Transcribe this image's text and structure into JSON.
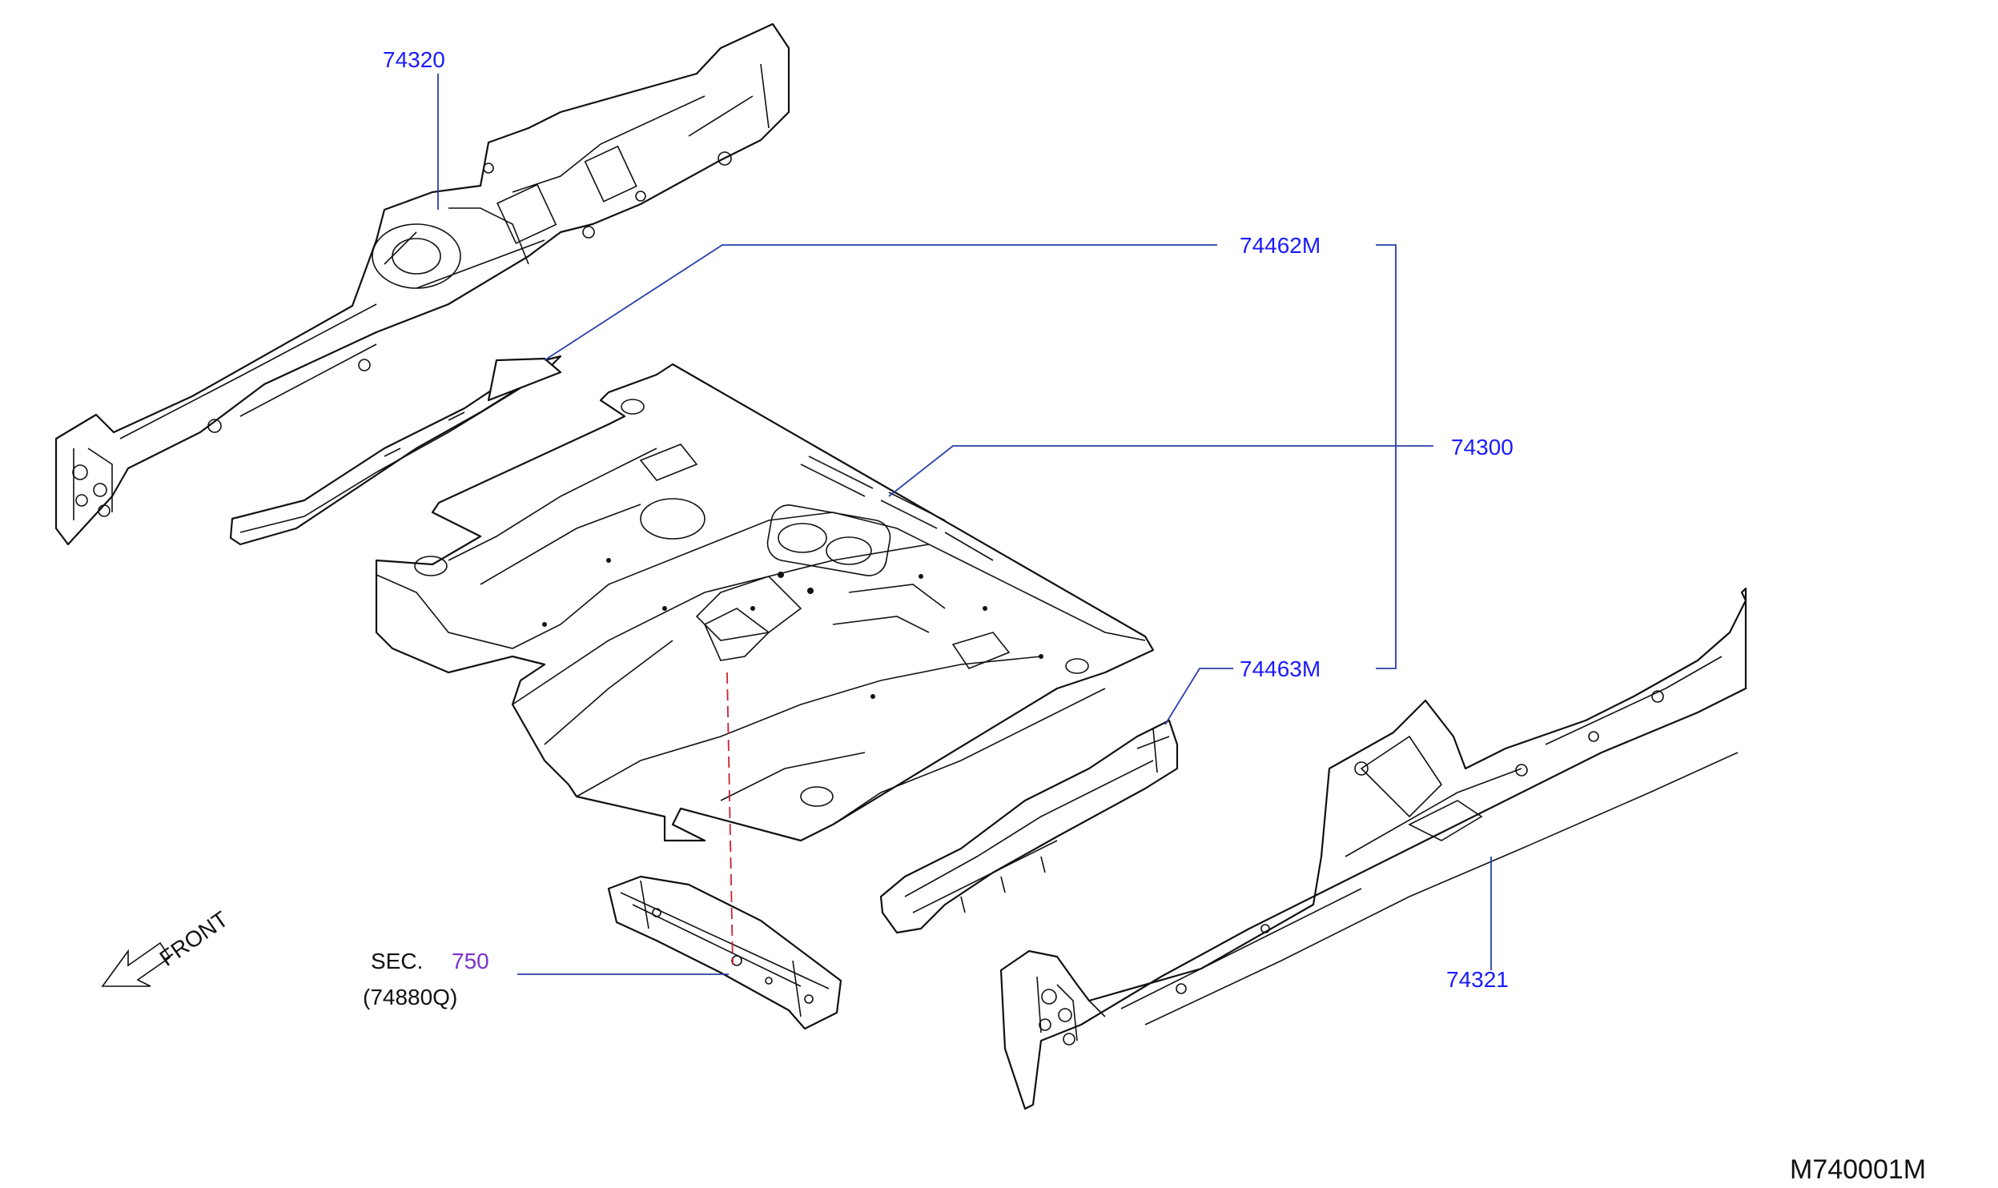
{
  "labels": {
    "left_sill": "74320",
    "inner_sill_left": "74462M",
    "floor_panel": "74300",
    "inner_sill_right": "74463M",
    "right_sill": "74321",
    "sec_prefix": "SEC.",
    "sec_number": "750",
    "sec_part": "(74880Q)",
    "front": "FRONT",
    "diagram_code": "M740001M"
  },
  "colors": {
    "part_number": "#1a1aff",
    "section_ref": "#7a33cc",
    "leader": "#2a3ea8",
    "hidden_line": "#cc2233"
  }
}
